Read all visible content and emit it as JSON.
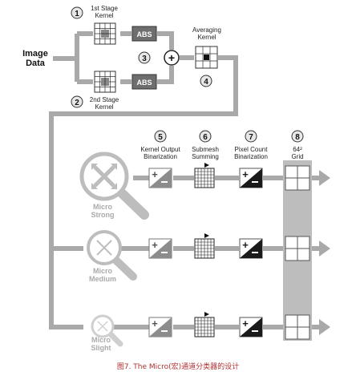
{
  "input_label_line1": "Image",
  "input_label_line2": "Data",
  "abs_label": "ABS",
  "stages": {
    "s1": {
      "num": "1",
      "line1": "1st Stage",
      "line2": "Kernel"
    },
    "s2": {
      "num": "2",
      "line1": "2nd Stage",
      "line2": "Kernel"
    },
    "s3": {
      "num": "3"
    },
    "s4": {
      "num": "4",
      "line1": "Averaging",
      "line2": "Kernel"
    },
    "s5": {
      "num": "5",
      "line1": "Kernel Output",
      "line2": "Binarization"
    },
    "s6": {
      "num": "6",
      "line1": "Submesh",
      "line2": "Summing"
    },
    "s7": {
      "num": "7",
      "line1": "Pixel Count",
      "line2": "Binarization"
    },
    "s8": {
      "num": "8",
      "line1": "64²",
      "line2": "Grid"
    }
  },
  "channels": [
    {
      "line1": "Micro",
      "line2": "Strong"
    },
    {
      "line1": "Micro",
      "line2": "Medium"
    },
    {
      "line1": "Micro",
      "line2": "Slight"
    }
  ],
  "caption": "图7. The Micro(宏)通道分类器的设计",
  "colors": {
    "pipe": "#a9a9a9",
    "dark_block": "#1a1a1a",
    "grey_block": "#8c8c8c",
    "caption": "#b03030"
  }
}
